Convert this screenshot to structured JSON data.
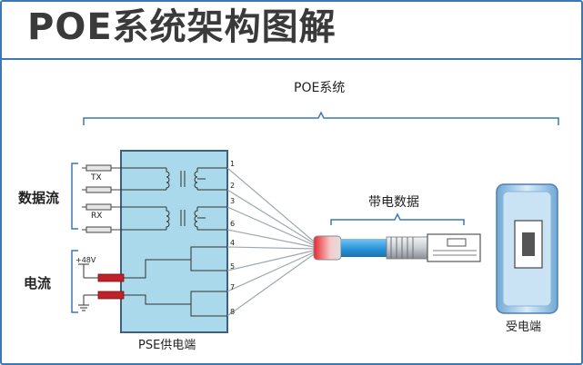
{
  "title": "POE系统架构图解",
  "labels": {
    "poe_system": "POE系统",
    "data_stream": "数据流",
    "current": "电流",
    "tx": "TX",
    "rx": "RX",
    "voltage": "+48V",
    "pse": "PSE供电端",
    "data_with_power": "带电数据",
    "powered_device": "受电端"
  },
  "pins": [
    "1",
    "2",
    "3",
    "6",
    "4",
    "5",
    "7",
    "8"
  ],
  "colors": {
    "accent": "#3c78b4",
    "box_fill": "#a9d9ea",
    "box_border": "#3d5f80",
    "wire": "#9ea8b0",
    "cable": "#2d9ae0",
    "resistor": "#c0222a"
  }
}
